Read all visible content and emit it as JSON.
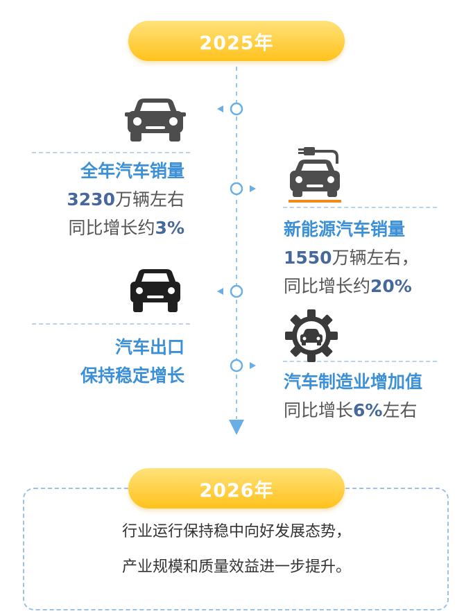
{
  "header": {
    "year_label": "2025年"
  },
  "left_items": [
    {
      "title": "全年汽车销量",
      "value": "3230",
      "value_suffix": "万辆左右",
      "growth_prefix": "同比增长约",
      "growth_value": "3%"
    },
    {
      "title_line1": "汽车出口",
      "title_line2": "保持稳定增长"
    }
  ],
  "right_items": [
    {
      "title": "新能源汽车销量",
      "value": "1550",
      "value_suffix": "万辆左右，",
      "growth_prefix": "同比增长约",
      "growth_value": "20%"
    },
    {
      "title": "汽车制造业增加值",
      "growth_prefix": "同比增长",
      "growth_value": "6%",
      "growth_suffix": "左右"
    }
  ],
  "footer": {
    "year_label": "2026年",
    "line1": "行业运行保持稳中向好发展态势，",
    "line2": "产业规模和质量效益进一步提升。"
  },
  "colors": {
    "accent_blue": "#3c90d8",
    "number_blue": "#46689a",
    "pill_yellow": "#ffc21c",
    "timeline": "#9cc8ea",
    "ev_underline": "#f08a1a"
  },
  "icons": [
    "car-front-icon",
    "ev-charging-car-icon",
    "car-front-icon",
    "gear-car-icon",
    "arrow-down-icon"
  ]
}
